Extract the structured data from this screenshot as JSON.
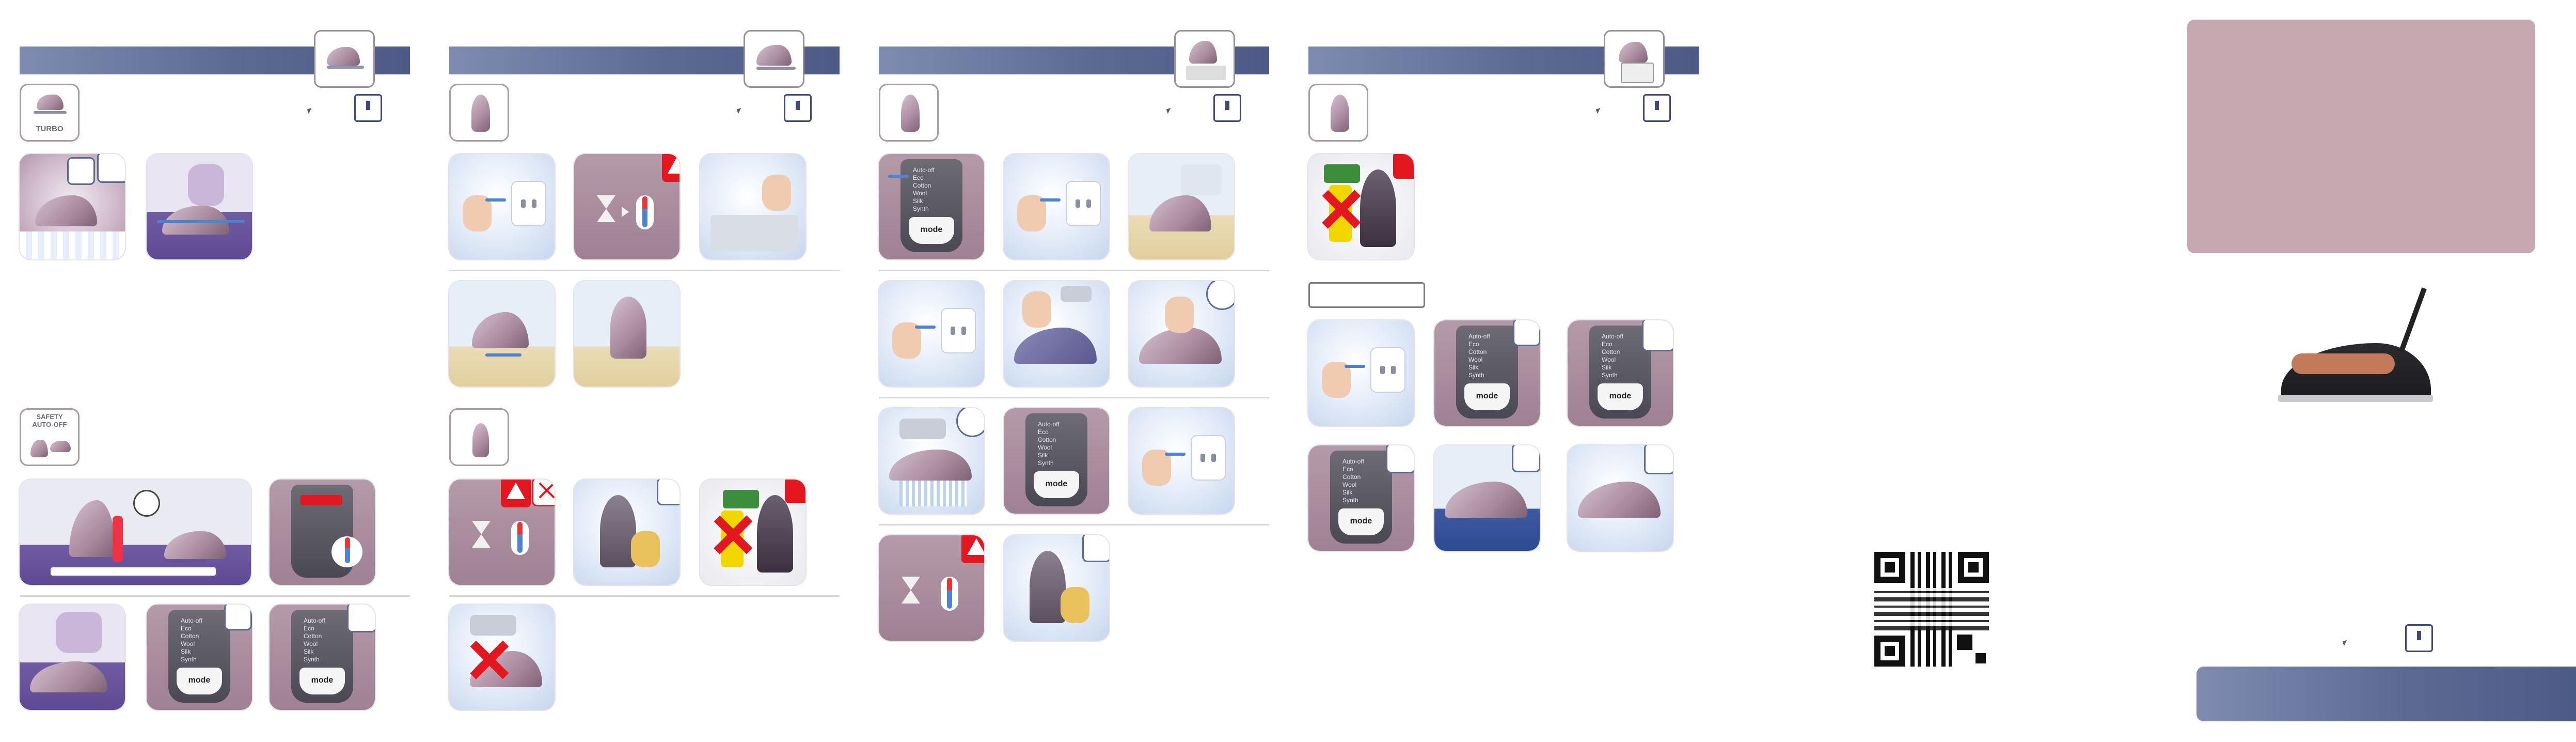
{
  "page": {
    "background": "#ffffff",
    "band_color": "#5c6a93",
    "accent_red": "#e3171f",
    "cover_color": "#c8a8b0"
  },
  "panels": [
    {
      "id": "steam-turbo",
      "header_icon": "iron-steam-icon"
    },
    {
      "id": "vertical-steam",
      "header_icon": "iron-vertical-icon"
    },
    {
      "id": "fill-water",
      "header_icon": "iron-water-icon"
    },
    {
      "id": "settings",
      "header_icon": "iron-shirt-icon"
    }
  ],
  "symbols": {
    "turbo": {
      "icon": "iron-turbo-icon",
      "label": "TURBO"
    },
    "safety": {
      "icon": "iron-safety-icon",
      "label": "SAFETY AUTO-OFF"
    }
  },
  "control_panel": {
    "lines": [
      "Auto-off",
      "Eco",
      "Cotton",
      "Wool",
      "Silk",
      "Synth"
    ],
    "mode_label": "mode"
  },
  "icons": {
    "download": "download-icon",
    "cursor": "cursor-icon",
    "qr": "qr-code-icon",
    "warning": "warning-icon",
    "cross": "cross-icon"
  }
}
